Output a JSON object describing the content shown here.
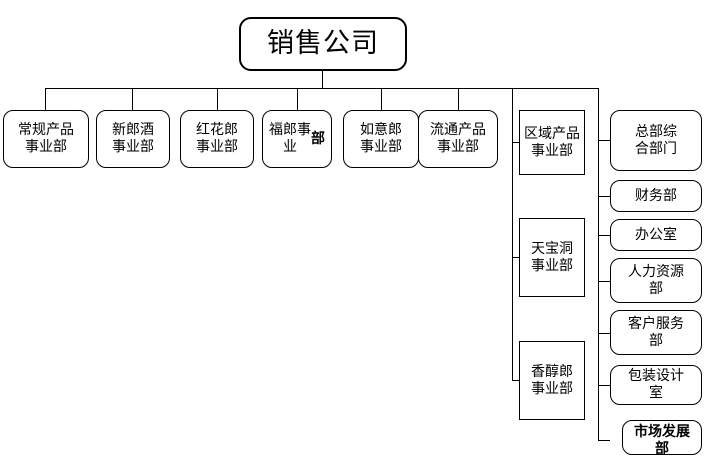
{
  "diagram": {
    "title": "销售公司",
    "root": {
      "label": "销售公司"
    },
    "divisions": [
      {
        "label": "常规产品\n事业部"
      },
      {
        "label": "新郎酒\n事业部"
      },
      {
        "label": "红花郎\n事业部"
      },
      {
        "label": "福郎事\n业",
        "label_bold_tail": "部"
      },
      {
        "label": "如意郎\n事业部"
      },
      {
        "label": "流通产品\n事业部"
      }
    ],
    "product_units": [
      {
        "label": "区域产品\n事业部"
      },
      {
        "label": "天宝洞\n事业部"
      },
      {
        "label": "香醇郎\n事业部"
      }
    ],
    "departments": [
      {
        "label": "总部综\n合部门"
      },
      {
        "label": "财务部"
      },
      {
        "label": "办公室"
      },
      {
        "label": "人力资源\n部"
      },
      {
        "label": "客户服务\n部"
      },
      {
        "label": "包装设计\n室"
      },
      {
        "label": "市场发展\n部"
      }
    ]
  },
  "style": {
    "line_color": "#000000",
    "box_fill": "#ffffff",
    "text_color": "#000000"
  }
}
